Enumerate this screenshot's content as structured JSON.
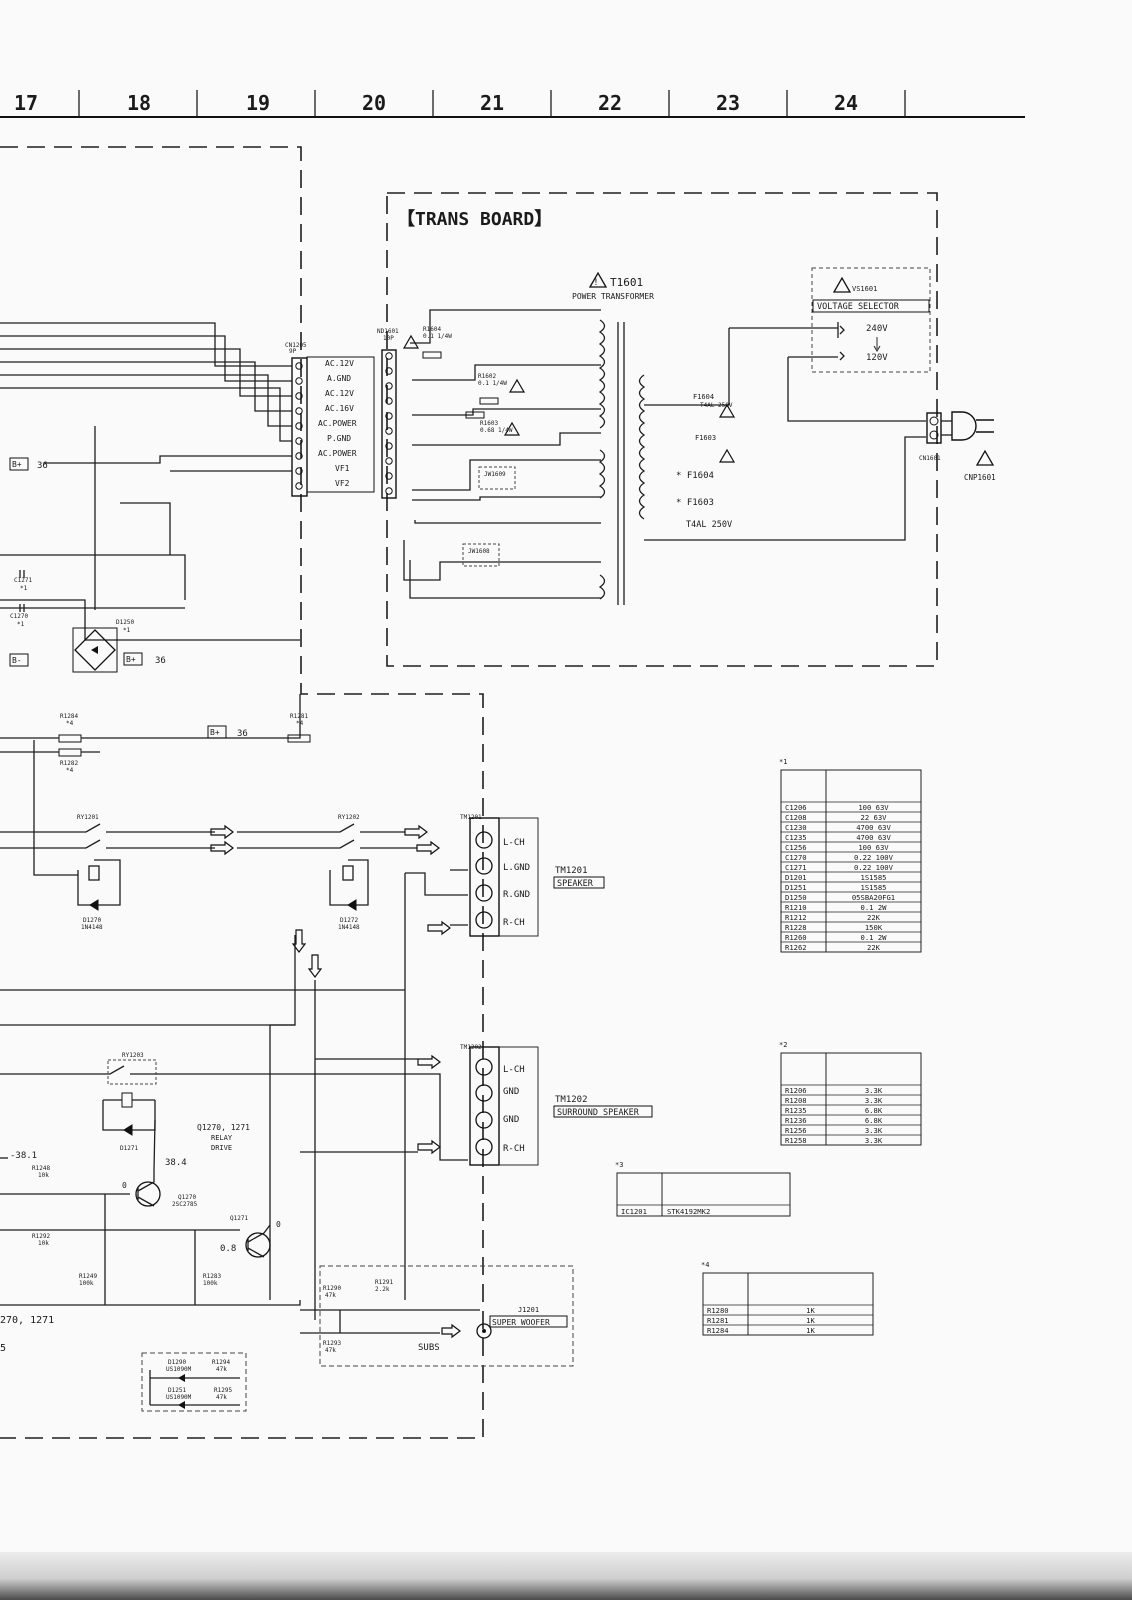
{
  "grid_numbers": [
    "17",
    "18",
    "19",
    "20",
    "21",
    "22",
    "23",
    "24"
  ],
  "trans_board": {
    "title": "【TRANS BOARD】",
    "transformer": "T1601",
    "transformer_desc": "POWER TRANSFORMER",
    "voltage_selector_ref": "VS1601",
    "voltage_selector_label": "VOLTAGE SELECTOR",
    "v240": "240V",
    "v120": "120V",
    "fuse_f1604": "F1604",
    "fuse_f1604_val": "T4AL 250V",
    "fuse_f1603": "F1603",
    "fuse_note_1604": "* F1604",
    "fuse_note_1603": "* F1603",
    "fuse_note_rating": "T4AL 250V",
    "cn1601": "CN1601",
    "cnp1601": "CNP1601",
    "r1604": "R1604",
    "r1604_val": "0.1 1/4W",
    "r1602": "R1602",
    "r1602_val": "0.1 1/4W",
    "r1603": "R1603",
    "r1603_val": "0.68 1/4W",
    "jw1609": "JW1609",
    "jw1608": "JW1608",
    "nd1601": "ND1601",
    "nd1601_pins": "10P"
  },
  "cn1205": {
    "ref": "CN1205",
    "pins": "9P"
  },
  "connector_labels": [
    "AC.12V",
    "A.GND",
    "AC.12V",
    "AC.16V",
    "AC.POWER",
    "P.GND",
    "AC.POWER",
    "VF1",
    "VF2"
  ],
  "left_parts": {
    "b_plus_1": "B+",
    "b_plus_1_ref": "36",
    "c1271": "C1271",
    "c1271_note": "*1",
    "c1270": "C1270",
    "c1270_note": "*1",
    "d1250": "D1250",
    "d1250_note": "*1",
    "b_minus": "B-",
    "b_plus_2": "B+",
    "b_plus_2_ref": "36",
    "r1284": "R1284",
    "r1284_note": "*4",
    "r1282": "R1282",
    "r1282_note": "*4",
    "r1281": "R1281",
    "r1281_note": "*4",
    "b_plus_3": "B+",
    "b_plus_3_ref": "36",
    "ry1201": "RY1201",
    "ry1202": "RY1202",
    "d1270": "D1270",
    "d1270_type": "1N4148",
    "d1272": "D1272",
    "d1272_type": "1N4148",
    "ry1203": "RY1203",
    "d1271": "D1271",
    "relay_drive_ref": "Q1270, 1271",
    "relay_drive_1": "RELAY",
    "relay_drive_2": "DRIVE",
    "v_neg": "-38.1",
    "v_pos": "38.4",
    "v_zero_1": "0",
    "v_zero_2": "0",
    "v_08": "0.8",
    "r1248": "R1248",
    "r1248_val": "10k",
    "r1292": "R1292",
    "r1292_val": "10k",
    "q1270": "Q1270",
    "q1270_type": "2SC2785",
    "q1271": "Q1271",
    "r1249": "R1249",
    "r1249_val": "100k",
    "r1283": "R1283",
    "r1283_val": "100k",
    "r1290": "R1290",
    "r1290_val": "47k",
    "r1291": "R1291",
    "r1291_val": "2.2k",
    "r1293": "R1293",
    "r1293_val": "47k",
    "subs": "SUBS",
    "d1290": "D1290",
    "d1290_type": "US1090M",
    "d1251": "D1251",
    "d1251_type": "US1090M",
    "r1294": "R1294",
    "r1294_val": "47k",
    "r1295": "R1295",
    "r1295_val": "47k",
    "edge_text_1": "270, 1271",
    "edge_text_2": "5"
  },
  "tm1201": {
    "ref": "TM1201",
    "ref2": "TM1201",
    "label": "SPEAKER",
    "pins": [
      "L-CH",
      "L.GND",
      "R.GND",
      "R-CH"
    ]
  },
  "tm1202": {
    "ref": "TM1202",
    "ref2": "TM1202",
    "label": "SURROUND SPEAKER",
    "pins": [
      "L-CH",
      "GND",
      "GND",
      "R-CH"
    ]
  },
  "j1201": {
    "ref": "J1201",
    "label": "SUPER WOOFER"
  },
  "table1": {
    "title": "*1",
    "rows": [
      [
        "C1206",
        "100 63V"
      ],
      [
        "C1208",
        "22 63V"
      ],
      [
        "C1230",
        "4700 63V"
      ],
      [
        "C1235",
        "4700 63V"
      ],
      [
        "C1256",
        "100 63V"
      ],
      [
        "C1270",
        "0.22 100V"
      ],
      [
        "C1271",
        "0.22 100V"
      ],
      [
        "D1201",
        "1S1585"
      ],
      [
        "D1251",
        "1S1585"
      ],
      [
        "D1250",
        "05SBA20FG1"
      ],
      [
        "R1210",
        "0.1 2W"
      ],
      [
        "R1212",
        "22K"
      ],
      [
        "R1228",
        "150K"
      ],
      [
        "R1260",
        "0.1 2W"
      ],
      [
        "R1262",
        "22K"
      ]
    ]
  },
  "table2": {
    "title": "*2",
    "rows": [
      [
        "R1206",
        "3.3K"
      ],
      [
        "R1208",
        "3.3K"
      ],
      [
        "R1235",
        "6.8K"
      ],
      [
        "R1236",
        "6.8K"
      ],
      [
        "R1256",
        "3.3K"
      ],
      [
        "R1258",
        "3.3K"
      ]
    ]
  },
  "table3": {
    "title": "*3",
    "rows": [
      [
        "IC1201",
        "STK4192MK2"
      ]
    ]
  },
  "table4": {
    "title": "*4",
    "rows": [
      [
        "R1280",
        "1K"
      ],
      [
        "R1281",
        "1K"
      ],
      [
        "R1284",
        "1K"
      ]
    ]
  }
}
